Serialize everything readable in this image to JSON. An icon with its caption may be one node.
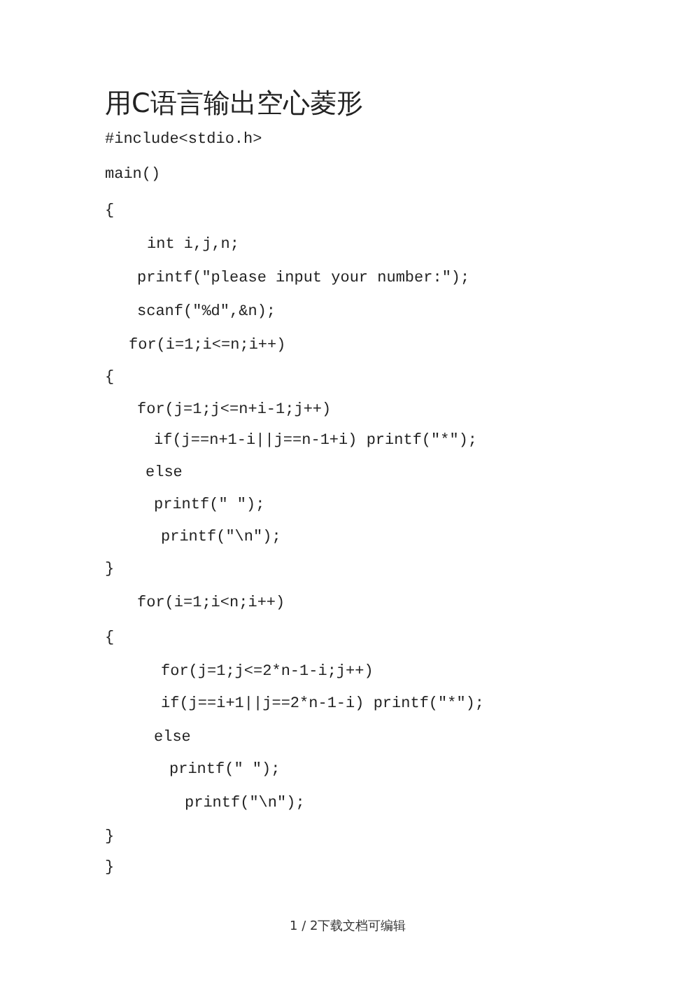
{
  "diagram": {
    "title": "用C语言输出空心菱形",
    "labels": [
      "#include<stdio.h>",
      "main()",
      "{",
      "int i,j,n;",
      "printf(\"please input your number:\");",
      "scanf(\"%d\",&n);",
      "for(i=1;i<=n;i++)",
      "{",
      "for(j=1;j<=n+i-1;j++)",
      "if(j==n+1-i||j==n-1+i) printf(\"*\");",
      "else",
      "printf(\" \");",
      "printf(\"\\n\");",
      "}",
      "for(i=1;i<n;i++)",
      "{",
      "for(j=1;j<=2*n-1-i;j++)",
      "if(j==i+1||j==2*n-1-i) printf(\"*\");",
      "else",
      "printf(\" \");",
      "printf(\"\\n\");",
      "}",
      "}",
      "1 / 2下载文档可编辑"
    ]
  }
}
